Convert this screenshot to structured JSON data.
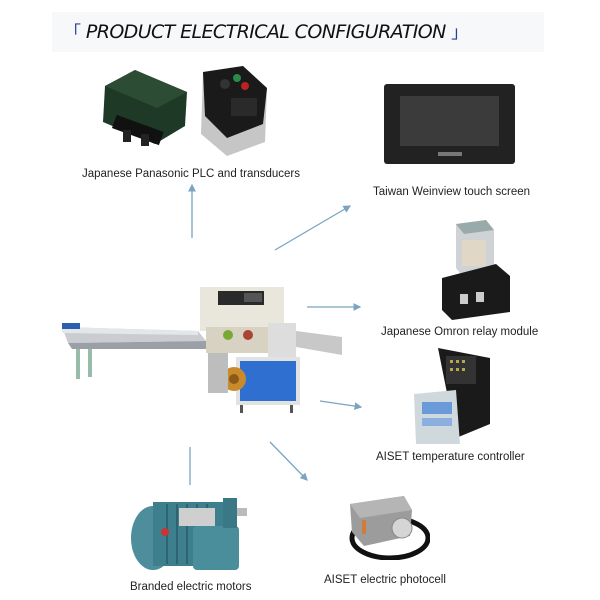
{
  "title": {
    "open_bracket": "「",
    "text": "PRODUCT ELECTRICAL CONFIGURATION",
    "close_bracket": "」"
  },
  "components": [
    {
      "id": "plc",
      "label": "Japanese Panasonic PLC and transducers",
      "icon": "plc-and-inverter-icon"
    },
    {
      "id": "touchscreen",
      "label": "Taiwan Weinview touch screen",
      "icon": "touch-screen-icon"
    },
    {
      "id": "relay",
      "label": "Japanese Omron relay module",
      "icon": "relay-module-icon"
    },
    {
      "id": "temp",
      "label": "AISET temperature controller",
      "icon": "temperature-controller-icon"
    },
    {
      "id": "photocell",
      "label": "AISET electric photocell",
      "icon": "photocell-icon"
    },
    {
      "id": "motor",
      "label": "Branded electric motors",
      "icon": "electric-motor-icon"
    }
  ],
  "center": {
    "icon": "flow-wrapping-machine-icon"
  },
  "colors": {
    "arrow": "#7aa4c2",
    "bracket": "#2a3f9c",
    "panel_blue": "#2f6fd0",
    "machine_body": "#e9e6dc"
  }
}
